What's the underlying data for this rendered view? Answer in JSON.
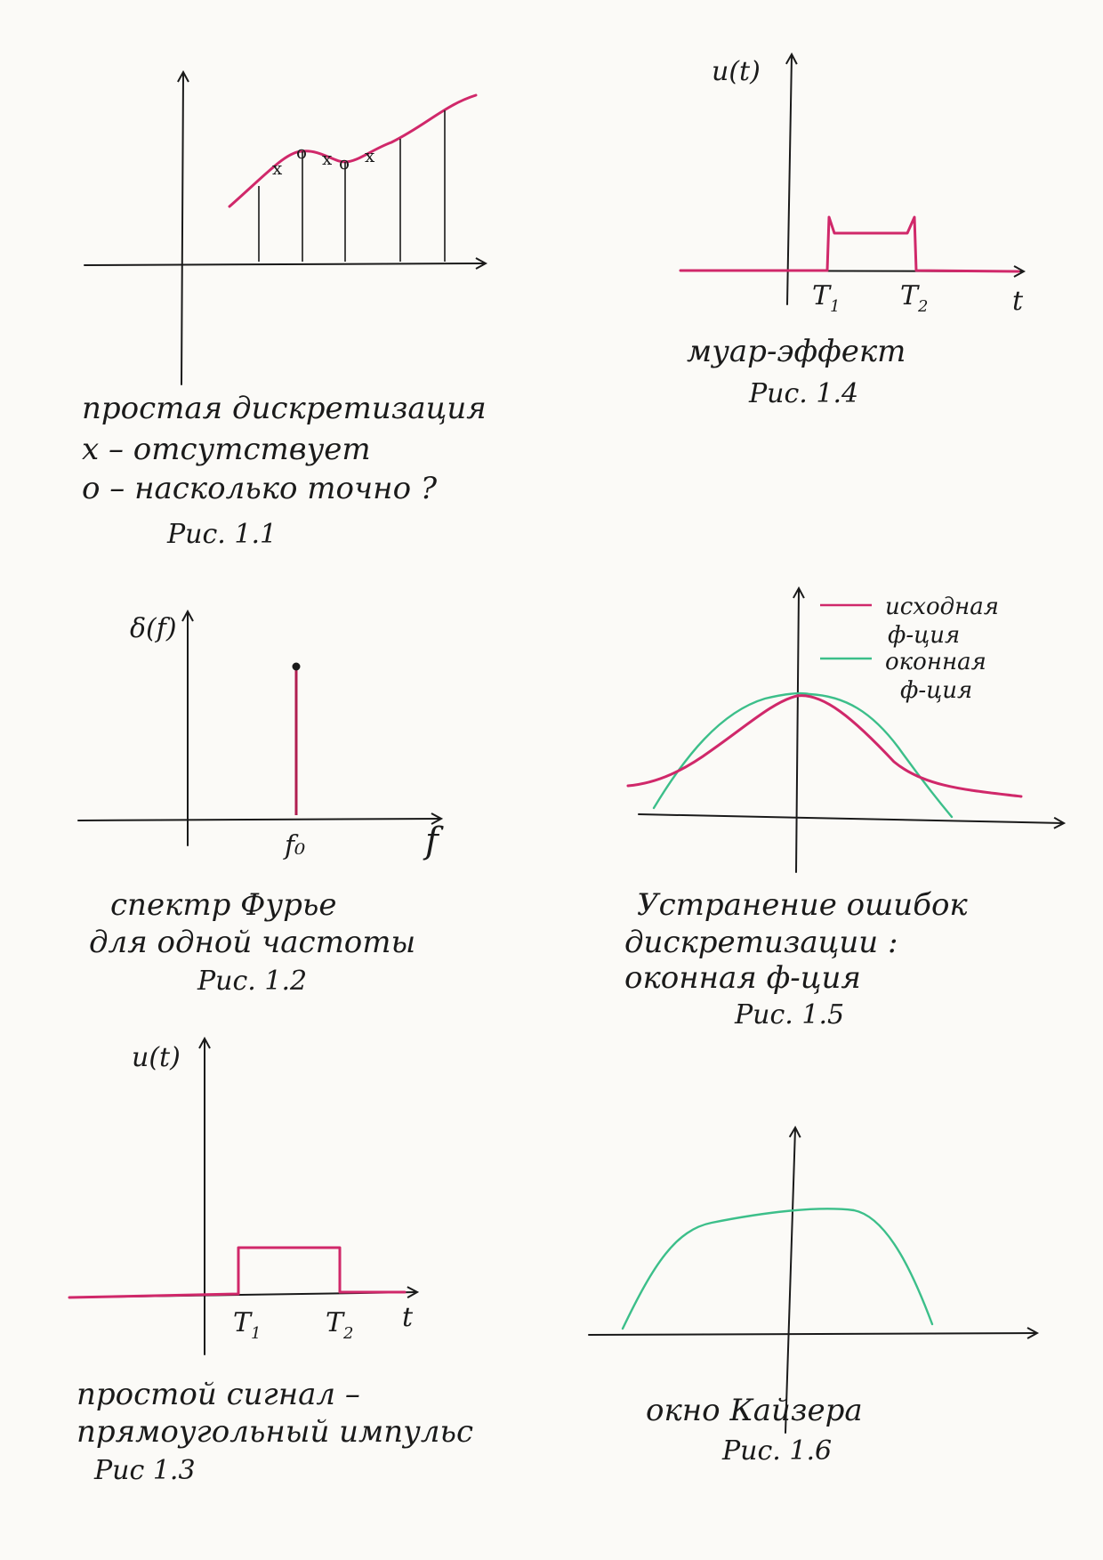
{
  "colors": {
    "original": "#d0286a",
    "window": "#3cbf8a",
    "ink": "#1a1a1a",
    "paper": "#fbfaf7"
  },
  "fig1": {
    "caption_line1": "простая дискретизация",
    "caption_line2": "x – отсутствует",
    "caption_line3": "o – насколько точно ?",
    "number": "Рис. 1.1",
    "markers": [
      "x",
      "o",
      "x",
      "o",
      "x"
    ]
  },
  "fig2": {
    "y_label": "δ(f)",
    "x_label": "f",
    "tick_label": "f₀",
    "caption_line1": "спектр Фурье",
    "caption_line2": "для одной частоты",
    "number": "Рис. 1.2"
  },
  "fig3": {
    "y_label": "u(t)",
    "x_label": "t",
    "t1_label": "T",
    "t1_sub": "1",
    "t2_label": "T",
    "t2_sub": "2",
    "caption_line1": "простой сигнал –",
    "caption_line2": "прямоугольный импульс",
    "number": "Рис 1.3"
  },
  "fig4": {
    "y_label": "u(t)",
    "x_label": "t",
    "t1_label": "T",
    "t1_sub": "1",
    "t2_label": "T",
    "t2_sub": "2",
    "caption": "муар-эффект",
    "number": "Рис. 1.4"
  },
  "fig5": {
    "legend_original_line1": "исходная",
    "legend_original_line2": "ф-ция",
    "legend_window_line1": "оконная",
    "legend_window_line2": "ф-ция",
    "caption_line1": "Устранение ошибок",
    "caption_line2": "дискретизации :",
    "caption_line3": "оконная ф-ция",
    "number": "Рис. 1.5"
  },
  "fig6": {
    "caption": "окно Кайзера",
    "number": "Рис. 1.6"
  }
}
